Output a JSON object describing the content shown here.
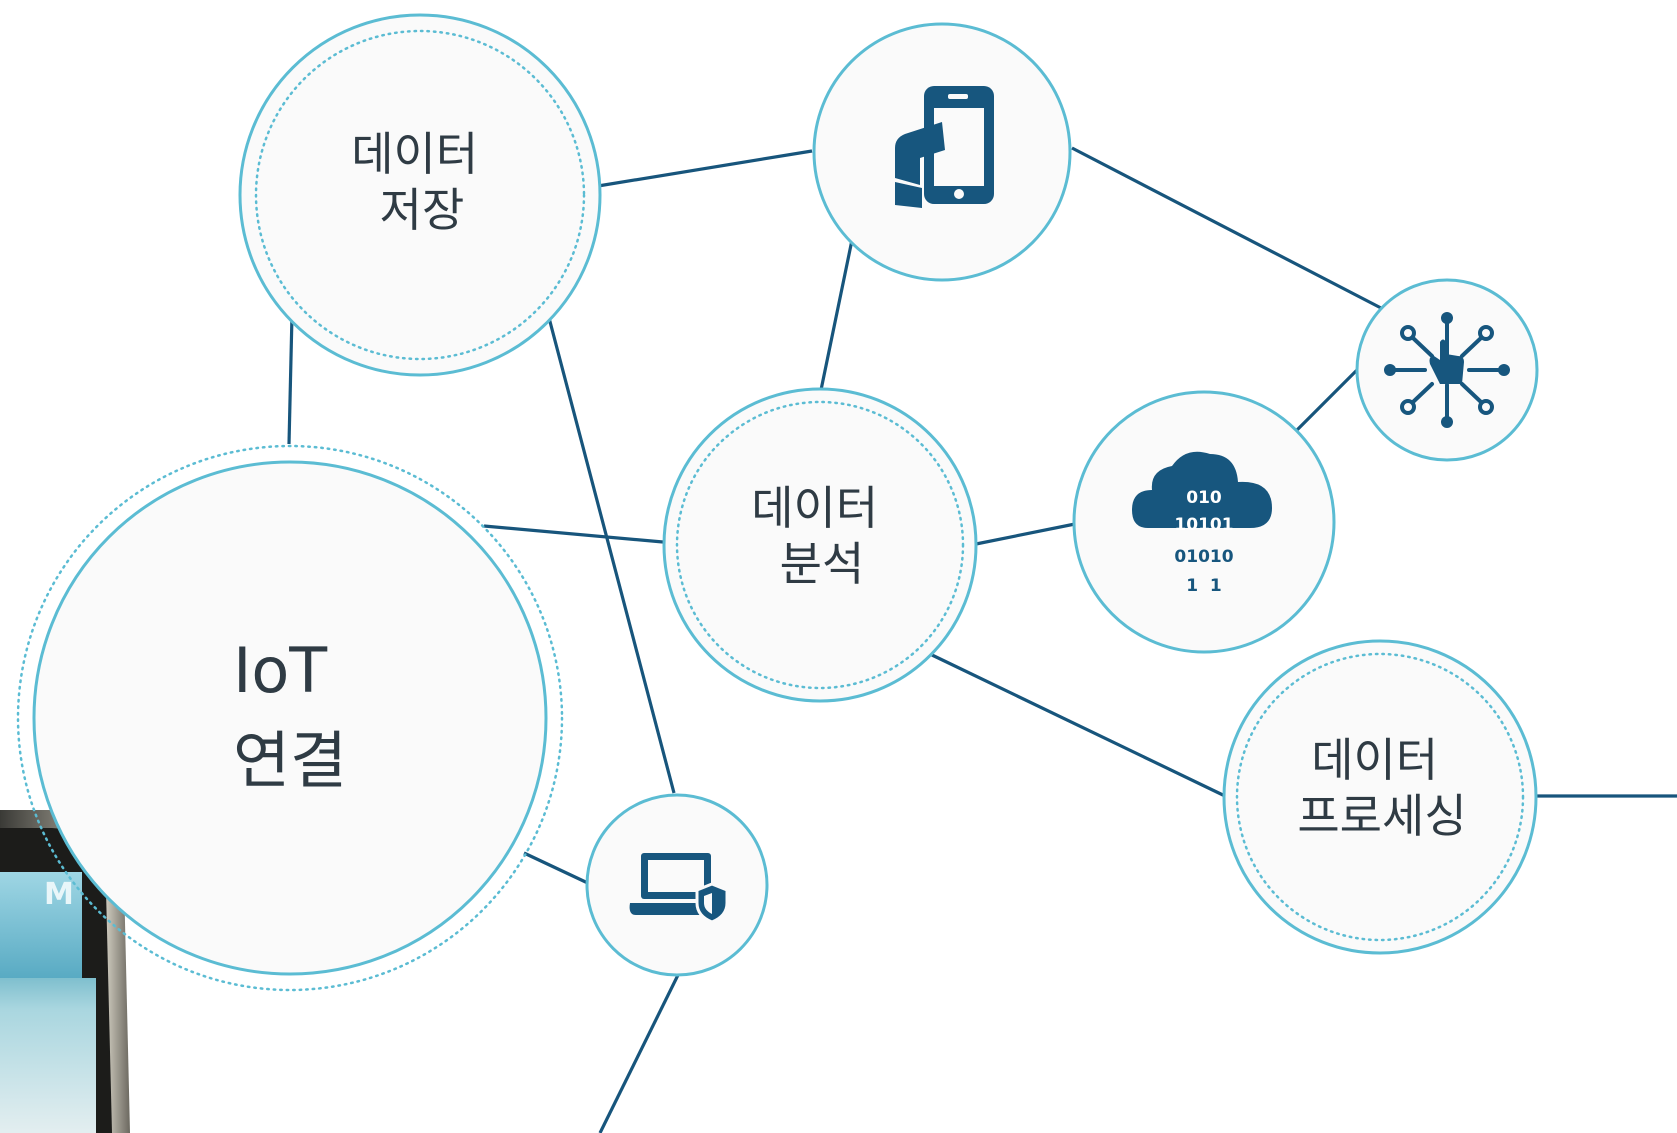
{
  "nodes": {
    "storage": {
      "lines": [
        "데이터",
        "저장"
      ]
    },
    "iot": {
      "lines": [
        "IoT",
        "연결"
      ]
    },
    "analysis": {
      "lines": [
        "데이터",
        "분석"
      ]
    },
    "processing": {
      "lines": [
        "데이터",
        "프로세싱"
      ]
    }
  },
  "icons": {
    "mobile": "mobile-phone-hand-icon",
    "touch_network": "touch-network-icon",
    "cloud_binary": "cloud-binary-icon",
    "laptop_security": "laptop-shield-icon",
    "device_partial": "handheld-device-partial"
  },
  "cloud_binary_rows": [
    "010",
    "10101",
    "01010",
    "1  1"
  ],
  "device_partial_text": "M",
  "colors": {
    "edge": "#17557c",
    "node_border": "#5bbcd3",
    "node_fill": "#fafafa",
    "icon": "#17567e",
    "label": "#2f3b44"
  }
}
